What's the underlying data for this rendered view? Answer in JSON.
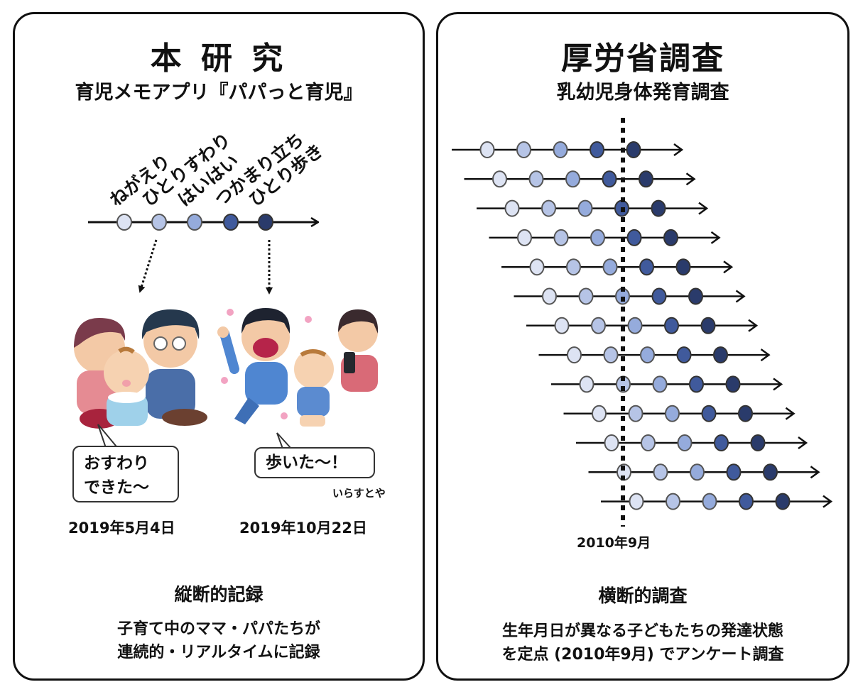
{
  "left_panel": {
    "title": "本 研 究",
    "subtitle": "育児メモアプリ『パパっと育児』",
    "milestones": [
      "ねがえり",
      "ひとりすわり",
      "はいはい",
      "つかまり立ち",
      "ひとり歩き"
    ],
    "milestone_colors": [
      "#dde3f3",
      "#b6c4e6",
      "#95abdc",
      "#405a9c",
      "#2a3b6b"
    ],
    "scenes": [
      {
        "bubble_line1": "おすわり",
        "bubble_line2": "できた〜",
        "date": "2019年5月4日"
      },
      {
        "bubble_line1": "歩いた〜！",
        "date": "2019年10月22日"
      }
    ],
    "credit": "いらすとや",
    "section_title": "縦断的記録",
    "section_desc_line1": "子育て中のママ・パパたちが",
    "section_desc_line2": "連続的・リアルタイムに記録"
  },
  "right_panel": {
    "title": "厚労省調査",
    "subtitle": "乳幼児身体発育調査",
    "reference_label": "2010年9月",
    "section_title": "横断的調査",
    "section_desc_line1": "生年月日が異なる子どもたちの発達状態",
    "section_desc_line2": "を定点 (2010年9月) でアンケート調査",
    "rows": 13
  },
  "colors": {
    "stage1": "#dde3f3",
    "stage2": "#b6c4e6",
    "stage3": "#95abdc",
    "stage4": "#405a9c",
    "stage5": "#2a3b6b",
    "stroke": "#111111"
  }
}
